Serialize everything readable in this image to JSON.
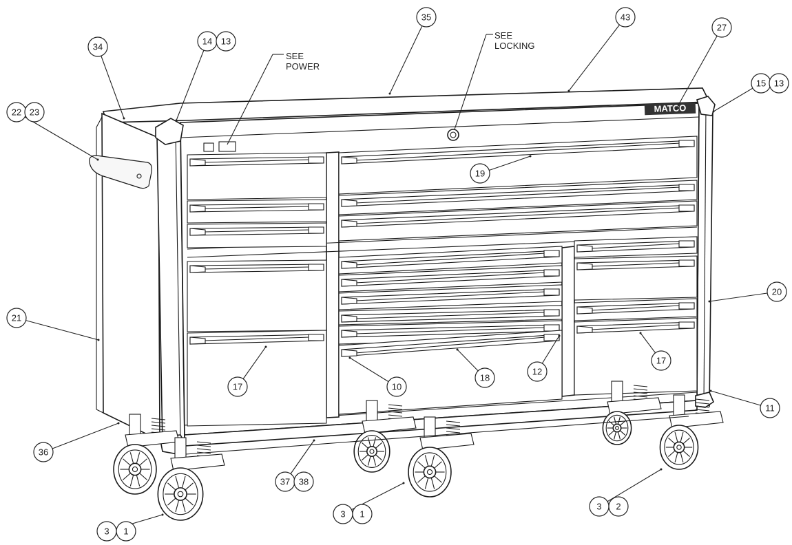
{
  "drawing": {
    "brand_badge": "MATCO",
    "notes": [
      {
        "id": "see-power",
        "lines": [
          "SEE",
          "POWER"
        ]
      },
      {
        "id": "see-locking",
        "lines": [
          "SEE",
          "LOCKING"
        ]
      }
    ],
    "callouts": [
      "35",
      "43",
      "27",
      "34",
      "14",
      "13",
      "22",
      "23",
      "15",
      "13",
      "19",
      "20",
      "21",
      "11",
      "17",
      "10",
      "18",
      "12",
      "17",
      "36",
      "37",
      "38",
      "3",
      "1",
      "3",
      "1",
      "3",
      "2"
    ]
  }
}
